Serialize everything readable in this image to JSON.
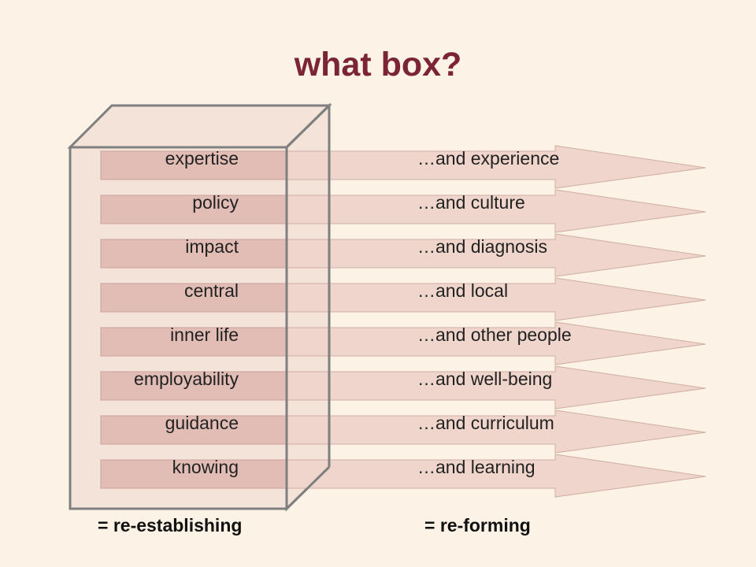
{
  "title": "what box?",
  "rows": [
    {
      "left": "expertise",
      "right": "…and experience"
    },
    {
      "left": "policy",
      "right": "…and culture"
    },
    {
      "left": "impact",
      "right": "…and diagnosis"
    },
    {
      "left": "central",
      "right": "…and local"
    },
    {
      "left": "inner life",
      "right": "…and other people"
    },
    {
      "left": "employability",
      "right": "…and well-being"
    },
    {
      "left": "guidance",
      "right": "…and curriculum"
    },
    {
      "left": "knowing",
      "right": "…and learning"
    }
  ],
  "captions": {
    "left": "= re-establishing",
    "right": "= re-forming"
  },
  "colors": {
    "background": "#fcf2e6",
    "title": "#7a2436",
    "box_fill": "#f4e3d8",
    "box_stroke": "#7f7f7f",
    "arrow_fill": "#efd5cb",
    "bar_fill": "#e2bdb5"
  }
}
